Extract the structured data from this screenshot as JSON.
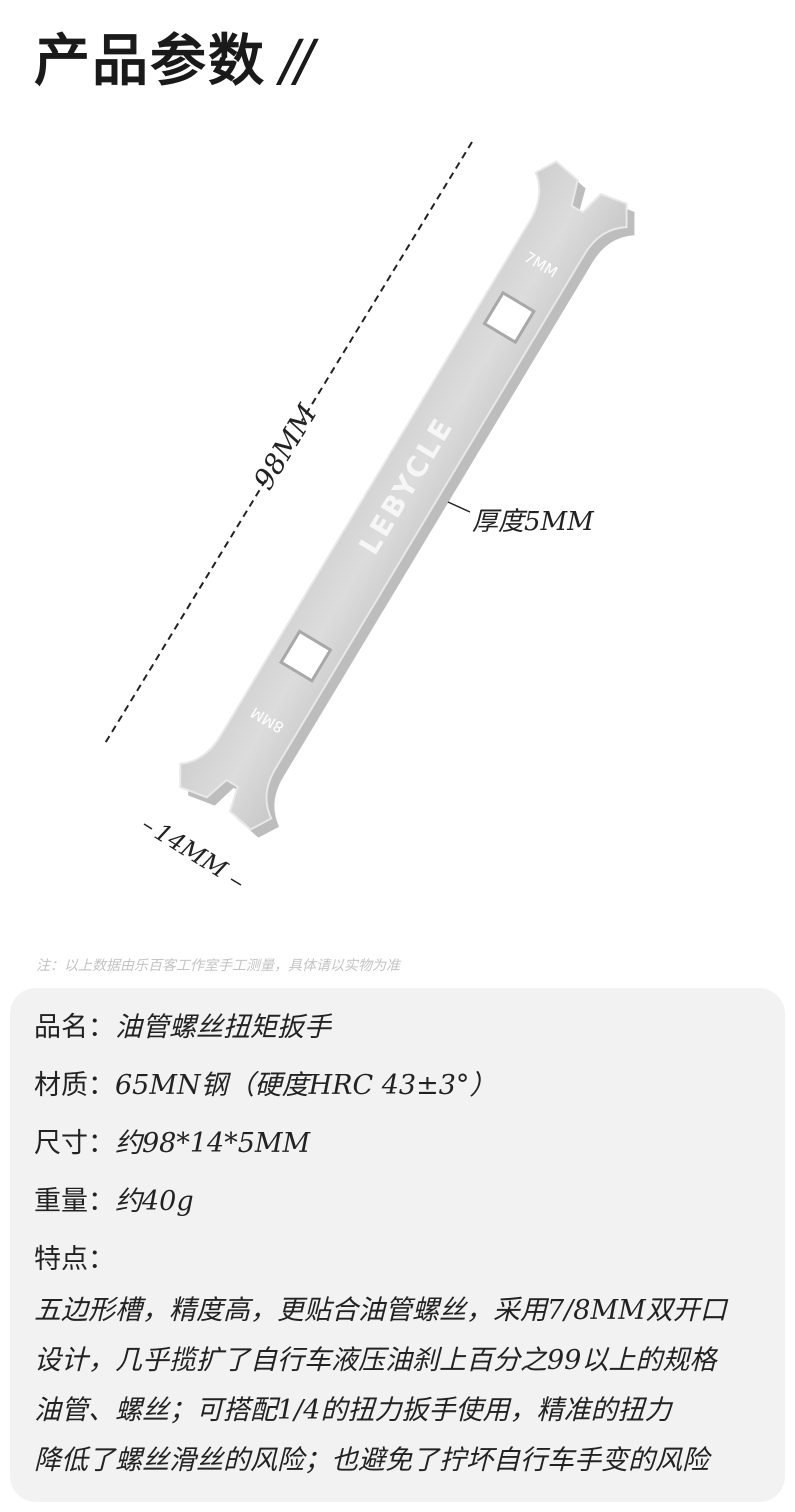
{
  "header": {
    "title": "产品参数",
    "title_decor": "//"
  },
  "figure": {
    "wrench_size_top": "7MM",
    "wrench_size_bottom": "8MM",
    "brand_logo": "LEBYCLE",
    "length_label": "98MM",
    "thickness_label": "厚度5MM",
    "width_label": "14MM",
    "colors": {
      "wrench": "#d6d6d6",
      "wrench_edge": "#bdbdbd",
      "dim_line": "#222222"
    }
  },
  "note": "注：以上数据由乐百客工作室手工测量，具体请以实物为准",
  "specs": {
    "name_label": "品名：",
    "name_value": "油管螺丝扭矩扳手",
    "material_label": "材质：",
    "material_value": "65MN钢（硬度HRC 43±3°）",
    "size_label": "尺寸：",
    "size_value": "约98*14*5MM",
    "weight_label": "重量：",
    "weight_value": "约40g",
    "features_label": "特点：",
    "features_lines": [
      "五边形槽，精度高，更贴合油管螺丝，采用7/8MM双开口",
      "设计，几乎揽扩了自行车液压油刹上百分之99以上的规格",
      "油管、螺丝；可搭配1/4的扭力扳手使用，精准的扭力",
      "降低了螺丝滑丝的风险；也避免了拧坏自行车手变的风险"
    ]
  }
}
